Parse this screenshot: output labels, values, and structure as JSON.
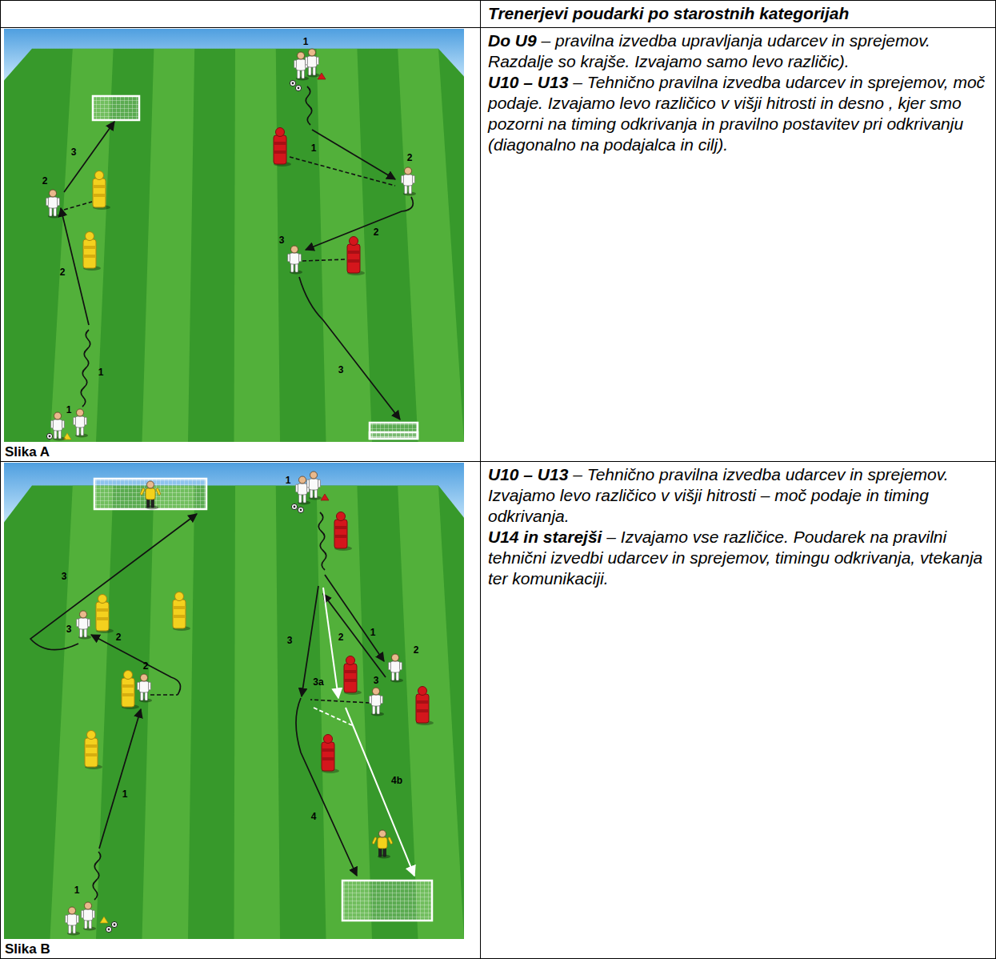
{
  "diagram": {
    "nodes": [
      {
        "text": [
          "Trenerjevi poudarki po starostnih kategorijah"
        ]
      },
      {
        "text": [
          "Slika A"
        ]
      },
      {
        "text": [
          "Do U9",
          "– pravilna izvedba upravljanja udarcev in sprejemov. Razdalje so krajše. Izvajamo samo levo različic).",
          "U10 – U13",
          "– Tehnično pravilna izvedba udarcev in sprejemov, moč podaje. Izvajamo levo različico v višji hitrosti in desno , kjer smo pozorni na timing odkrivanja in pravilno postavitev pri odkrivanju (diagonalno na podajalca in cilj)."
        ]
      },
      {
        "text": [
          "Slika B"
        ]
      },
      {
        "text": [
          "U10 – U13",
          "– Tehnično pravilna izvedba udarcev in sprejemov. Izvajamo levo različico v višji hitrosti – moč podaje in timing odkrivanja.",
          "U14 in starejši",
          "– Izvajamo vse različice. Poudarek na pravilni tehnični izvedbi udarcev in sprejemov, timingu odkrivanja, vtekanja ter komunikaciji."
        ]
      }
    ],
    "labels": [
      "1",
      "1",
      "2",
      "2",
      "3",
      "1",
      "1",
      "2",
      "2",
      "3",
      "3",
      "1",
      "1",
      "2",
      "2",
      "3",
      "3",
      "1",
      "1",
      "2",
      "2",
      "3",
      "3",
      "3a",
      "4b",
      "4"
    ]
  }
}
